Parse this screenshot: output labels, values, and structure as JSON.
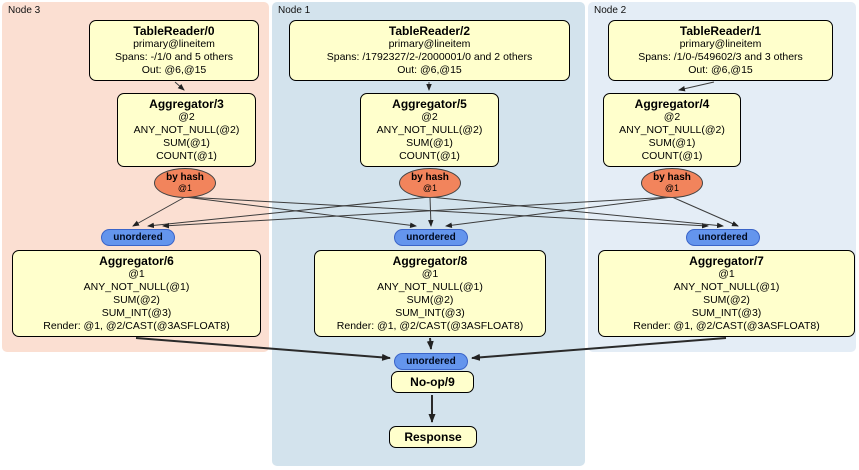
{
  "panels": {
    "node3": {
      "label": "Node 3"
    },
    "node1": {
      "label": "Node 1"
    },
    "node2": {
      "label": "Node 2"
    }
  },
  "processors": {
    "tr0": {
      "title": "TableReader/0",
      "lines": [
        "primary@lineitem",
        "Spans: -/1/0 and 5 others",
        "Out: @6,@15"
      ]
    },
    "tr2": {
      "title": "TableReader/2",
      "lines": [
        "primary@lineitem",
        "Spans: /1792327/2-/2000001/0 and 2 others",
        "Out: @6,@15"
      ]
    },
    "tr1": {
      "title": "TableReader/1",
      "lines": [
        "primary@lineitem",
        "Spans: /1/0-/549602/3 and 3 others",
        "Out: @6,@15"
      ]
    },
    "agg3": {
      "title": "Aggregator/3",
      "lines": [
        "@2",
        "ANY_NOT_NULL(@2)",
        "SUM(@1)",
        "COUNT(@1)"
      ]
    },
    "agg5": {
      "title": "Aggregator/5",
      "lines": [
        "@2",
        "ANY_NOT_NULL(@2)",
        "SUM(@1)",
        "COUNT(@1)"
      ]
    },
    "agg4": {
      "title": "Aggregator/4",
      "lines": [
        "@2",
        "ANY_NOT_NULL(@2)",
        "SUM(@1)",
        "COUNT(@1)"
      ]
    },
    "agg6": {
      "title": "Aggregator/6",
      "lines": [
        "@1",
        "ANY_NOT_NULL(@1)",
        "SUM(@2)",
        "SUM_INT(@3)",
        "Render: @1, @2/CAST(@3ASFLOAT8)"
      ]
    },
    "agg8": {
      "title": "Aggregator/8",
      "lines": [
        "@1",
        "ANY_NOT_NULL(@1)",
        "SUM(@2)",
        "SUM_INT(@3)",
        "Render: @1, @2/CAST(@3ASFLOAT8)"
      ]
    },
    "agg7": {
      "title": "Aggregator/7",
      "lines": [
        "@1",
        "ANY_NOT_NULL(@1)",
        "SUM(@2)",
        "SUM_INT(@3)",
        "Render: @1, @2/CAST(@3ASFLOAT8)"
      ]
    },
    "noop": {
      "title": "No-op/9"
    },
    "response": {
      "title": "Response"
    }
  },
  "routers": {
    "hash_node3": {
      "label": "by hash",
      "sub": "@1"
    },
    "hash_node1": {
      "label": "by hash",
      "sub": "@1"
    },
    "hash_node2": {
      "label": "by hash",
      "sub": "@1"
    }
  },
  "synchronizers": {
    "unordered_node3": {
      "label": "unordered"
    },
    "unordered_node1": {
      "label": "unordered"
    },
    "unordered_node2": {
      "label": "unordered"
    },
    "unordered_final": {
      "label": "unordered"
    }
  },
  "colors": {
    "panel_node3": "#fbdfd2",
    "panel_node1": "#d3e3ed",
    "panel_node2": "#e4edf6",
    "processor_fill": "#ffffcc",
    "router_fill": "#f2845c",
    "sync_fill": "#6495ed",
    "edge": "#333333"
  }
}
